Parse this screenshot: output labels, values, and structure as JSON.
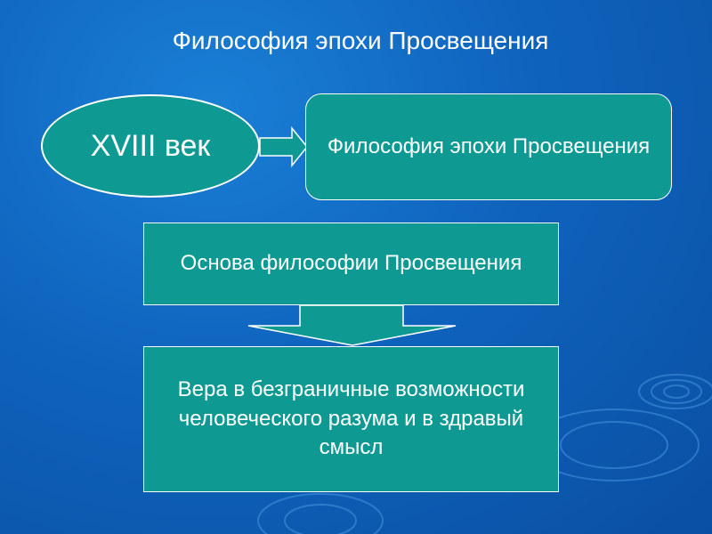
{
  "title": "Философия эпохи Просвещения",
  "nodes": {
    "century": "XVIII век",
    "philosophy": "Философия эпохи Просвещения",
    "basis": "Основа философии Просвещения",
    "belief": "Вера в безграничные возможности человеческого разума и в здравый смысл"
  },
  "colors": {
    "box_fill": "#0e9a93",
    "background": "#0f63bd",
    "text": "#ffffff"
  }
}
